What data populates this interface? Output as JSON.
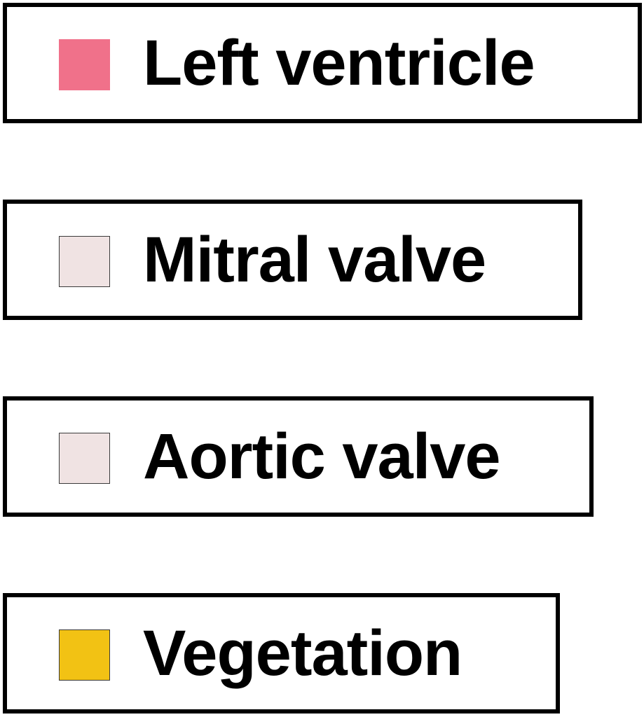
{
  "legend": {
    "items": [
      {
        "label": "Left ventricle",
        "color": "#F0718A",
        "swatch_border": "#F0718A"
      },
      {
        "label": "Mitral valve",
        "color": "#F0E3E3",
        "swatch_border": "#3A3A3A"
      },
      {
        "label": "Aortic valve",
        "color": "#F0E3E3",
        "swatch_border": "#3A3A3A"
      },
      {
        "label": "Vegetation",
        "color": "#F2C214",
        "swatch_border": "#3A3A3A"
      }
    ]
  }
}
